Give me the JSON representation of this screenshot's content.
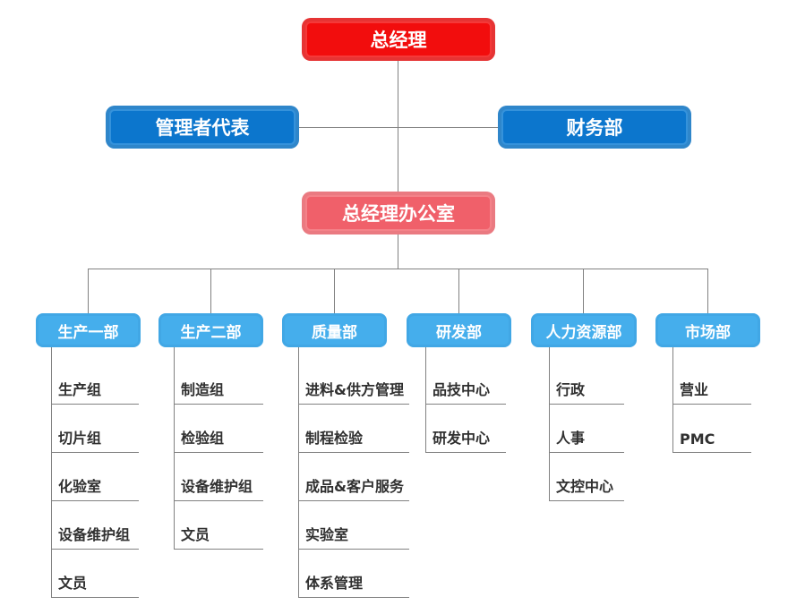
{
  "nodes": {
    "gm": {
      "label": "总经理"
    },
    "management_rep": {
      "label": "管理者代表"
    },
    "finance": {
      "label": "财务部"
    },
    "gm_office": {
      "label": "总经理办公室"
    }
  },
  "departments": [
    {
      "name": "生产一部",
      "items": [
        "生产组",
        "切片组",
        "化验室",
        "设备维护组",
        "文员"
      ]
    },
    {
      "name": "生产二部",
      "items": [
        "制造组",
        "检验组",
        "设备维护组",
        "文员"
      ]
    },
    {
      "name": "质量部",
      "items": [
        "进料&供方管理",
        "制程检验",
        "成品&客户服务",
        "实验室",
        "体系管理"
      ]
    },
    {
      "name": "研发部",
      "items": [
        "品技中心",
        "研发中心"
      ]
    },
    {
      "name": "人力资源部",
      "items": [
        "行政",
        "人事",
        "文控中心"
      ]
    },
    {
      "name": "市场部",
      "items": [
        "营业",
        "PMC"
      ]
    }
  ],
  "colors": {
    "top_box": "#f20d0d",
    "level2_box": "#0c76cd",
    "office_box": "#f0606a",
    "department_box": "#45aeec",
    "connector_line": "#818181",
    "box_text": "#ffffff",
    "item_text": "#303030"
  }
}
